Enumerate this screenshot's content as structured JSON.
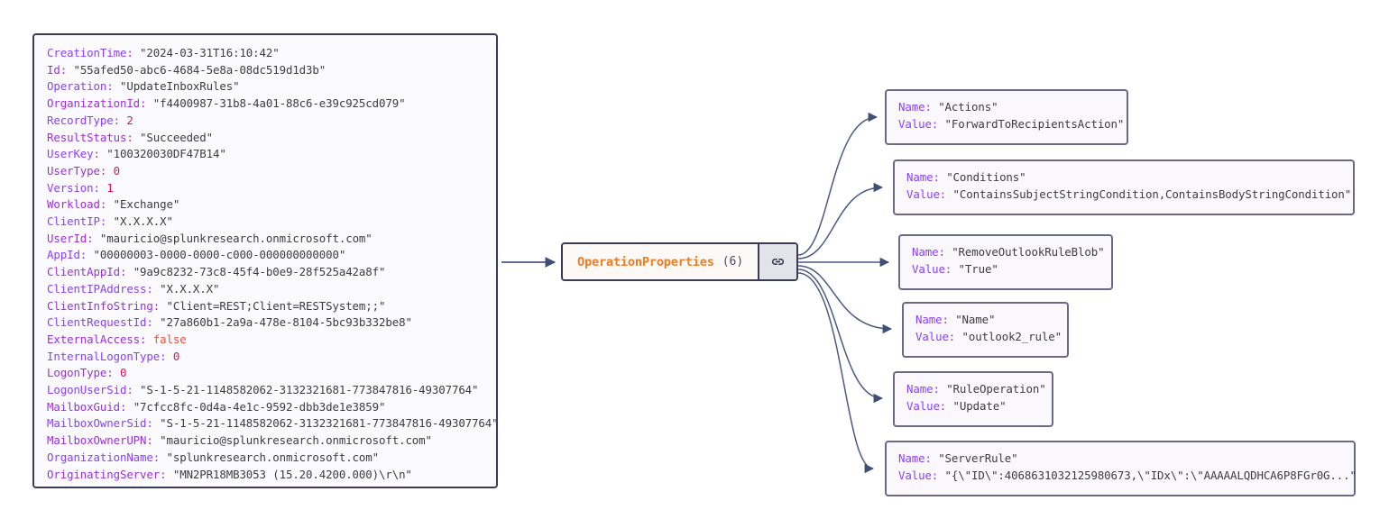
{
  "source_panel": {
    "name": "audit-event-json",
    "fields": [
      {
        "key": "CreationTime",
        "value": "\"2024-03-31T16:10:42\"",
        "type": "string"
      },
      {
        "key": "Id",
        "value": "\"55afed50-abc6-4684-5e8a-08dc519d1d3b\"",
        "type": "string"
      },
      {
        "key": "Operation",
        "value": "\"UpdateInboxRules\"",
        "type": "string"
      },
      {
        "key": "OrganizationId",
        "value": "\"f4400987-31b8-4a01-88c6-e39c925cd079\"",
        "type": "string"
      },
      {
        "key": "RecordType",
        "value": "2",
        "type": "number"
      },
      {
        "key": "ResultStatus",
        "value": "\"Succeeded\"",
        "type": "string"
      },
      {
        "key": "UserKey",
        "value": "\"100320030DF47B14\"",
        "type": "string"
      },
      {
        "key": "UserType",
        "value": "0",
        "type": "number"
      },
      {
        "key": "Version",
        "value": "1",
        "type": "number"
      },
      {
        "key": "Workload",
        "value": "\"Exchange\"",
        "type": "string"
      },
      {
        "key": "ClientIP",
        "value": "\"X.X.X.X\"",
        "type": "string"
      },
      {
        "key": "UserId",
        "value": "\"mauricio@splunkresearch.onmicrosoft.com\"",
        "type": "string"
      },
      {
        "key": "AppId",
        "value": "\"00000003-0000-0000-c000-000000000000\"",
        "type": "string"
      },
      {
        "key": "ClientAppId",
        "value": "\"9a9c8232-73c8-45f4-b0e9-28f525a42a8f\"",
        "type": "string"
      },
      {
        "key": "ClientIPAddress",
        "value": "\"X.X.X.X\"",
        "type": "string"
      },
      {
        "key": "ClientInfoString",
        "value": "\"Client=REST;Client=RESTSystem;;\"",
        "type": "string"
      },
      {
        "key": "ClientRequestId",
        "value": "\"27a860b1-2a9a-478e-8104-5bc93b332be8\"",
        "type": "string"
      },
      {
        "key": "ExternalAccess",
        "value": "false",
        "type": "bool"
      },
      {
        "key": "InternalLogonType",
        "value": "0",
        "type": "number"
      },
      {
        "key": "LogonType",
        "value": "0",
        "type": "number"
      },
      {
        "key": "LogonUserSid",
        "value": "\"S-1-5-21-1148582062-3132321681-773847816-49307764\"",
        "type": "string"
      },
      {
        "key": "MailboxGuid",
        "value": "\"7cfcc8fc-0d4a-4e1c-9592-dbb3de1e3859\"",
        "type": "string"
      },
      {
        "key": "MailboxOwnerSid",
        "value": "\"S-1-5-21-1148582062-3132321681-773847816-49307764\"",
        "type": "string"
      },
      {
        "key": "MailboxOwnerUPN",
        "value": "\"mauricio@splunkresearch.onmicrosoft.com\"",
        "type": "string"
      },
      {
        "key": "OrganizationName",
        "value": "\"splunkresearch.onmicrosoft.com\"",
        "type": "string"
      },
      {
        "key": "OriginatingServer",
        "value": "\"MN2PR18MB3053 (15.20.4200.000)\\r\\n\"",
        "type": "string"
      }
    ]
  },
  "center_node": {
    "title": "OperationProperties",
    "count": "(6)",
    "icon": "link-chain-icon"
  },
  "property_cards": [
    {
      "name_label": "Name:",
      "name_value": "\"Actions\"",
      "value_label": "Value:",
      "value_value": "\"ForwardToRecipientsAction\""
    },
    {
      "name_label": "Name:",
      "name_value": "\"Conditions\"",
      "value_label": "Value:",
      "value_value": "\"ContainsSubjectStringCondition,ContainsBodyStringCondition\""
    },
    {
      "name_label": "Name:",
      "name_value": "\"RemoveOutlookRuleBlob\"",
      "value_label": "Value:",
      "value_value": "\"True\""
    },
    {
      "name_label": "Name:",
      "name_value": "\"Name\"",
      "value_label": "Value:",
      "value_value": "\"outlook2_rule\""
    },
    {
      "name_label": "Name:",
      "name_value": "\"RuleOperation\"",
      "value_label": "Value:",
      "value_value": "\"Update\""
    },
    {
      "name_label": "Name:",
      "name_value": "\"ServerRule\"",
      "value_label": "Value:",
      "value_value": "\"{\\\"ID\\\":4068631032125980673,\\\"IDx\\\":\\\"AAAAALQDHCA6P8FGr0G...\""
    }
  ],
  "colors": {
    "key_purple": "#8a3ffc",
    "string_gray": "#3d3d3d",
    "number_crimson": "#e0115f",
    "bool_red": "#ef4e3a",
    "node_orange": "#f07c22",
    "border_navy": "#3b3b58",
    "card_border": "#6a6a88",
    "edge_blue": "#4a5a82",
    "canvas_bg": "#ffffff"
  }
}
